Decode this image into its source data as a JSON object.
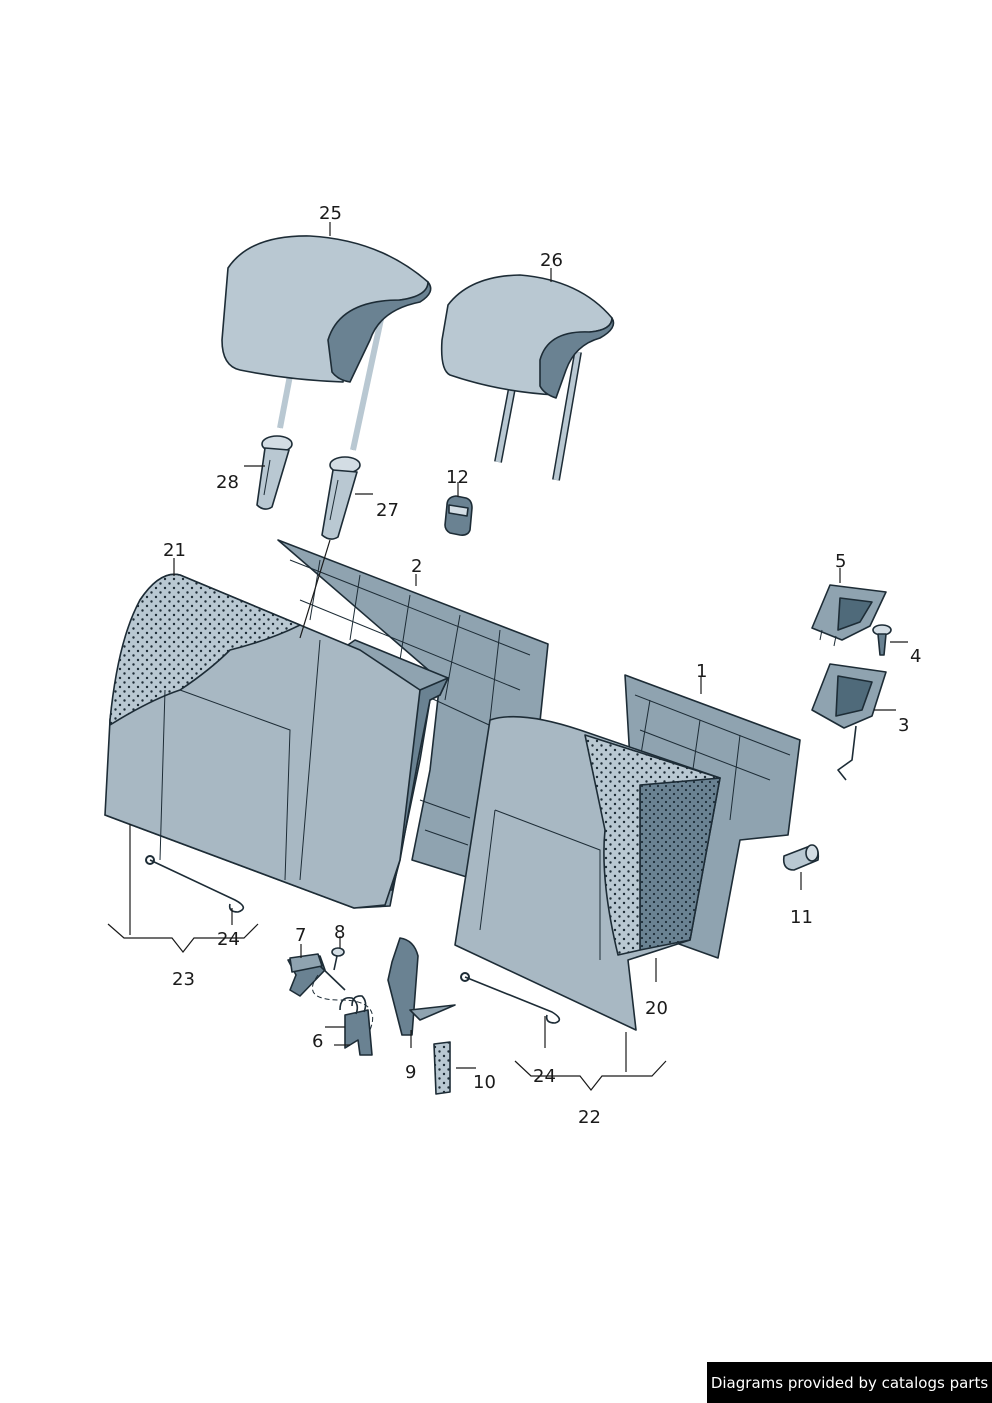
{
  "callouts": {
    "c1": "1",
    "c2": "2",
    "c3": "3",
    "c4": "4",
    "c5": "5",
    "c6": "6",
    "c7": "7",
    "c8": "8",
    "c9": "9",
    "c10": "10",
    "c11": "11",
    "c12": "12",
    "c20": "20",
    "c21": "21",
    "c22": "22",
    "c23": "23",
    "c24a": "24",
    "c24b": "24",
    "c25": "25",
    "c26": "26",
    "c27": "27",
    "c28": "28"
  },
  "footer": {
    "credit": "Diagrams provided by catalogs parts"
  },
  "colors": {
    "part_light": "#b9c8d2",
    "part_mid": "#8fa3b0",
    "part_dark": "#6a8292",
    "outline": "#1d2c36"
  }
}
